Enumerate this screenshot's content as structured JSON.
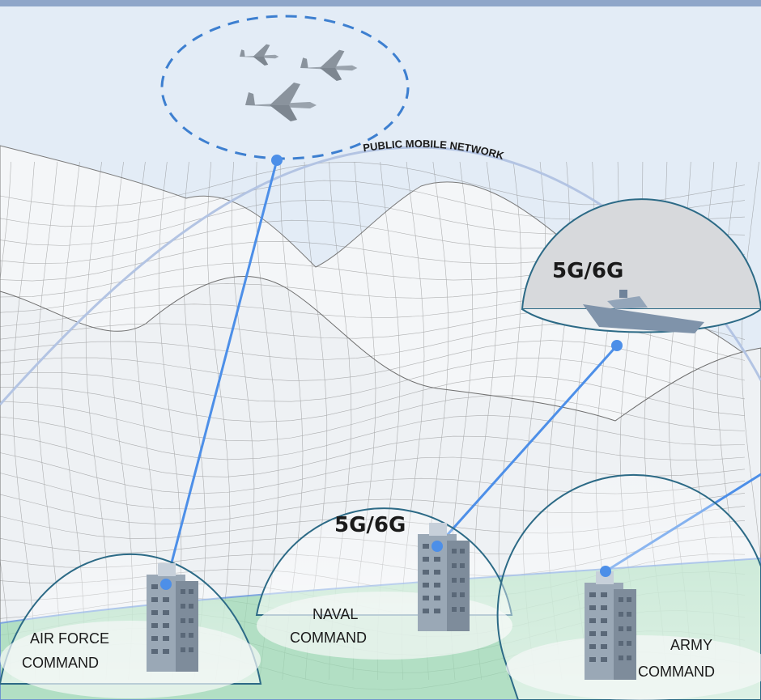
{
  "network_label": "PUBLIC MOBILE NETWORK",
  "dome_tags": [
    "5G/6G",
    "5G/6G"
  ],
  "commands": {
    "air_force": [
      "AIR FORCE",
      "COMMAND"
    ],
    "naval": [
      "NAVAL",
      "COMMAND"
    ],
    "army": [
      "ARMY",
      "COMMAND"
    ]
  },
  "colors": {
    "sky": "#e3ecf6",
    "top_bar": "#8fa6c9",
    "link_line": "#4d8fe8",
    "network_arc": "#b3c4e3",
    "ground_green": "#9ed9b4",
    "dome_edge": "#2c6a86",
    "fighter_circle": "#3d7fd0"
  },
  "icons": [
    "fighter-jet-icon",
    "warship-icon",
    "building-icon"
  ]
}
